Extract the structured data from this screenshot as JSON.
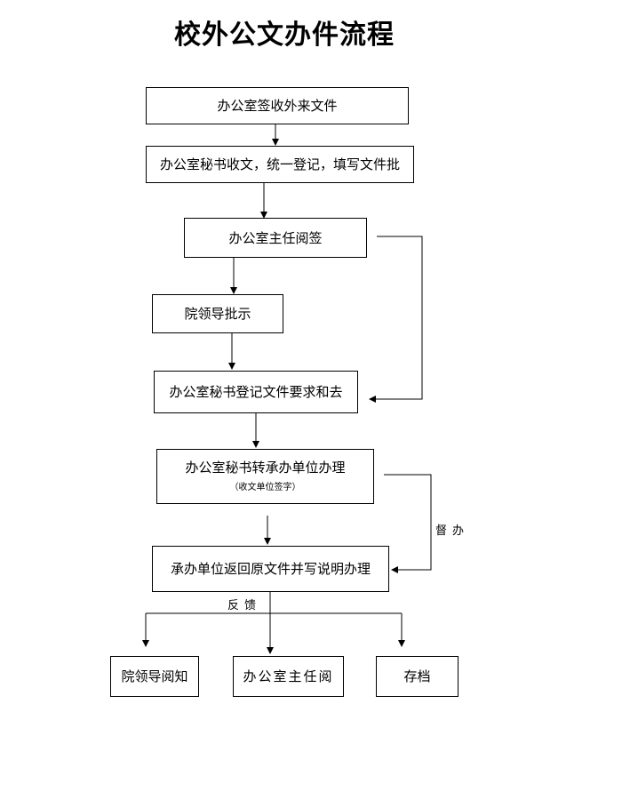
{
  "title": "校外公文办件流程",
  "steps": {
    "receive": "办公室签收外来文件",
    "register": "办公室秘书收文，统一登记，填写文件批",
    "director_review": "办公室主任阅签",
    "leader_approve": "院领导批示",
    "secretary_record": "办公室秘书登记文件要求和去",
    "forward": "办公室秘书转承办单位办理",
    "forward_note": "（收文单位签字）",
    "return": "承办单位返回原文件并写说明办理",
    "leader_read": "院领导阅知",
    "director_read": "办公室主任阅",
    "archive": "存档"
  },
  "labels": {
    "supervise": "督办",
    "feedback": "反馈"
  }
}
